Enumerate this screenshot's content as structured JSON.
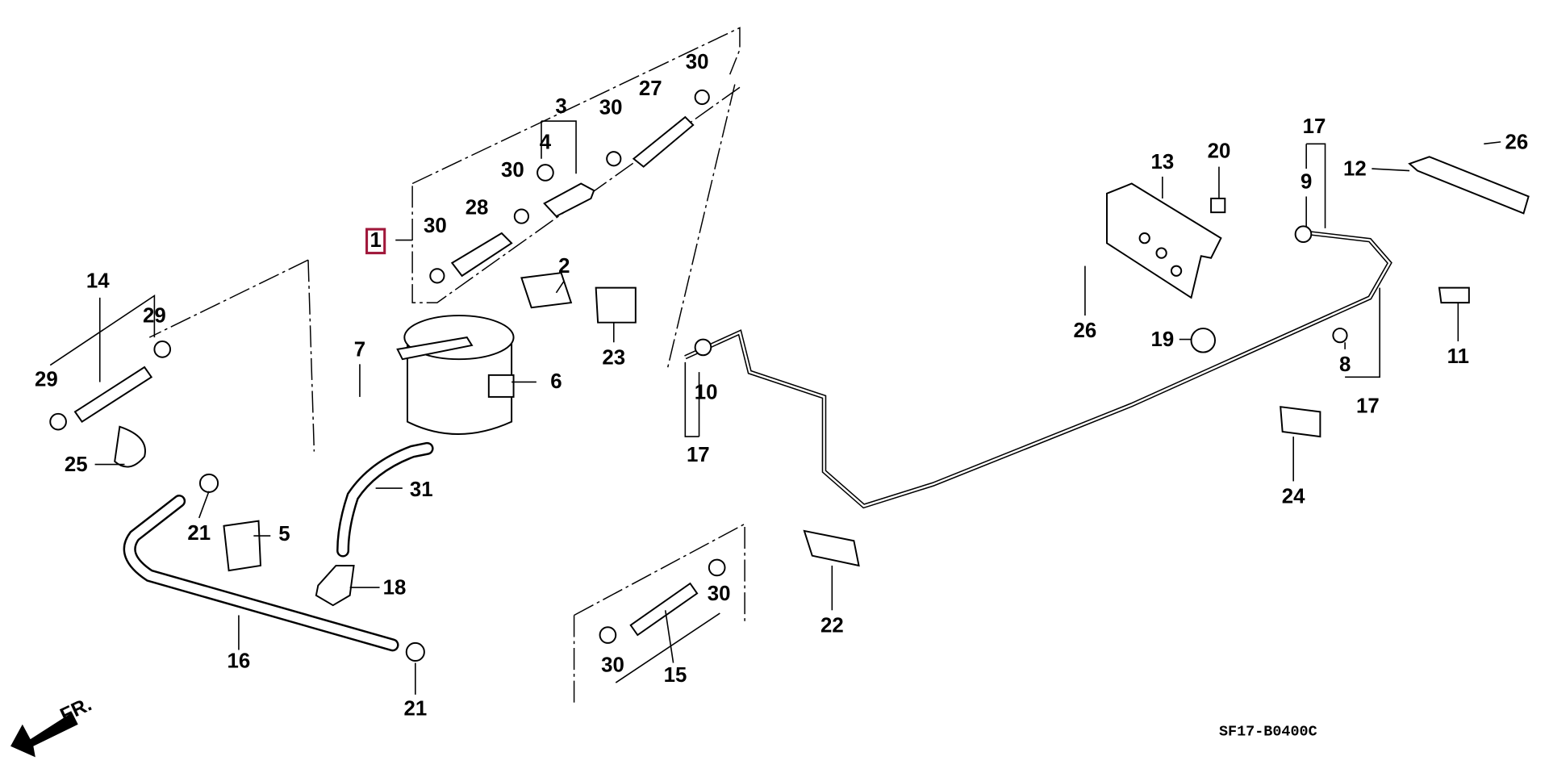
{
  "diagram": {
    "drawing_code": "SF17-B0400C",
    "front_indicator": "FR.",
    "highlighted_callout": "1",
    "highlight_color": "#a0173a",
    "callouts": [
      "30",
      "3",
      "27",
      "30",
      "4",
      "30",
      "28",
      "30",
      "1",
      "2",
      "23",
      "14",
      "29",
      "29",
      "7",
      "6",
      "25",
      "21",
      "5",
      "31",
      "18",
      "16",
      "21",
      "10",
      "17",
      "15",
      "30",
      "30",
      "22",
      "13",
      "20",
      "26",
      "19",
      "17",
      "9",
      "12",
      "26",
      "11",
      "8",
      "17",
      "24"
    ]
  }
}
